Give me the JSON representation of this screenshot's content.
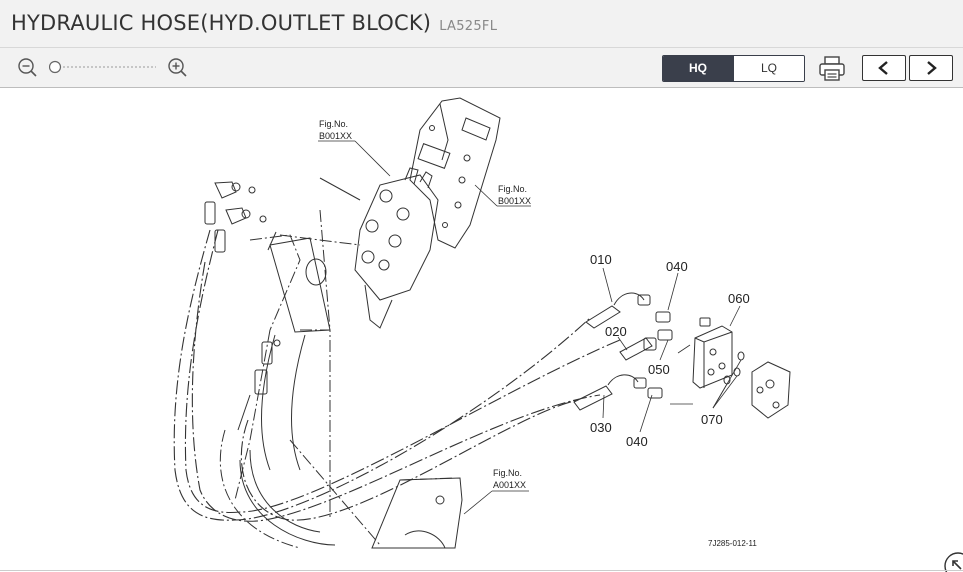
{
  "header": {
    "title": "HYDRAULIC HOSE(HYD.OUTLET BLOCK)",
    "model": "LA525FL"
  },
  "toolbar": {
    "zoom_out_icon": "zoom-out-icon",
    "zoom_in_icon": "zoom-in-icon",
    "quality_options": [
      "HQ",
      "LQ"
    ],
    "selected_quality": "HQ",
    "print_icon": "printer-icon",
    "prev_icon": "chevron-left-icon",
    "next_icon": "chevron-right-icon"
  },
  "diagram": {
    "part_labels": {
      "p010": "010",
      "p020": "020",
      "p030": "030",
      "p040a": "040",
      "p040b": "040",
      "p050": "050",
      "p060": "060",
      "p070": "070"
    },
    "fig_refs": {
      "fig1_l1": "Fig.No.",
      "fig1_l2": "B001XX",
      "fig2_l1": "Fig.No.",
      "fig2_l2": "B001XX",
      "fig3_l1": "Fig.No.",
      "fig3_l2": "A001XX"
    },
    "drawing_code": "7J285-012-11"
  },
  "colors": {
    "active": "#3a3f4b",
    "bar": "#f2f2f2"
  }
}
